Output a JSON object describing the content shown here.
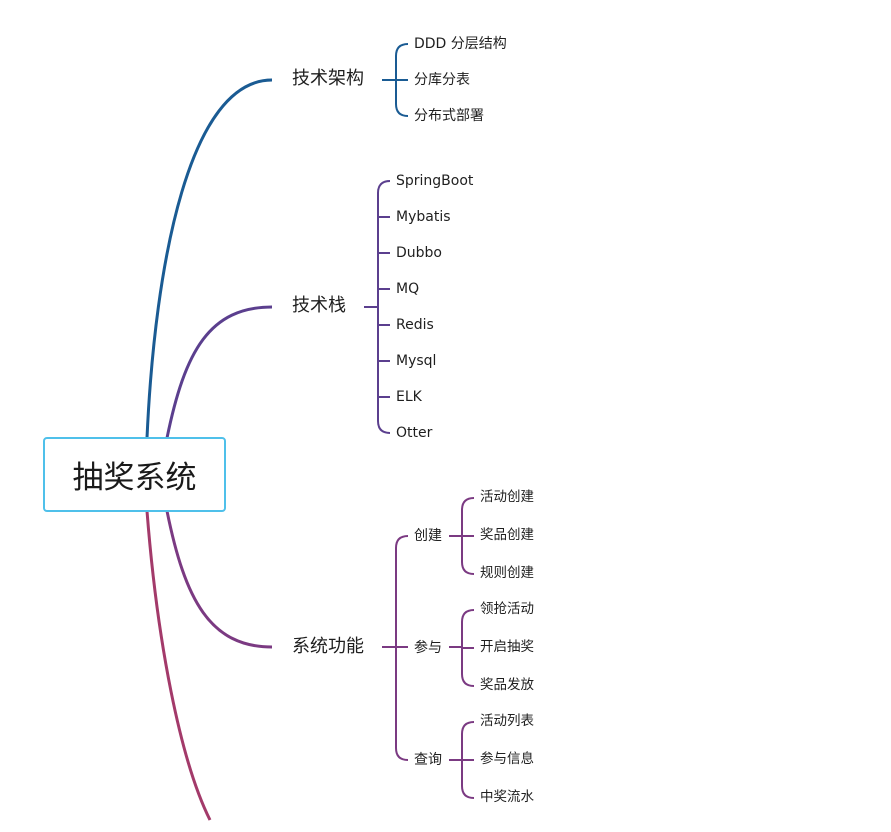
{
  "root": "抽奖系统",
  "colors": {
    "root_border": "#4fc0ea",
    "branch_arch": "#1a5b93",
    "branch_stack": "#5b3f8e",
    "branch_func": "#7b3a82",
    "branch_cut": "#a33a6a"
  },
  "branches": [
    {
      "label": "技术架构",
      "children": [
        "DDD 分层结构",
        "分库分表",
        "分布式部署"
      ]
    },
    {
      "label": "技术栈",
      "children": [
        "SpringBoot",
        "Mybatis",
        "Dubbo",
        "MQ",
        "Redis",
        "Mysql",
        "ELK",
        "Otter"
      ]
    },
    {
      "label": "系统功能",
      "children": [
        {
          "label": "创建",
          "children": [
            "活动创建",
            "奖品创建",
            "规则创建"
          ]
        },
        {
          "label": "参与",
          "children": [
            "领抢活动",
            "开启抽奖",
            "奖品发放"
          ]
        },
        {
          "label": "查询",
          "children": [
            "活动列表",
            "参与信息",
            "中奖流水"
          ]
        }
      ]
    }
  ]
}
